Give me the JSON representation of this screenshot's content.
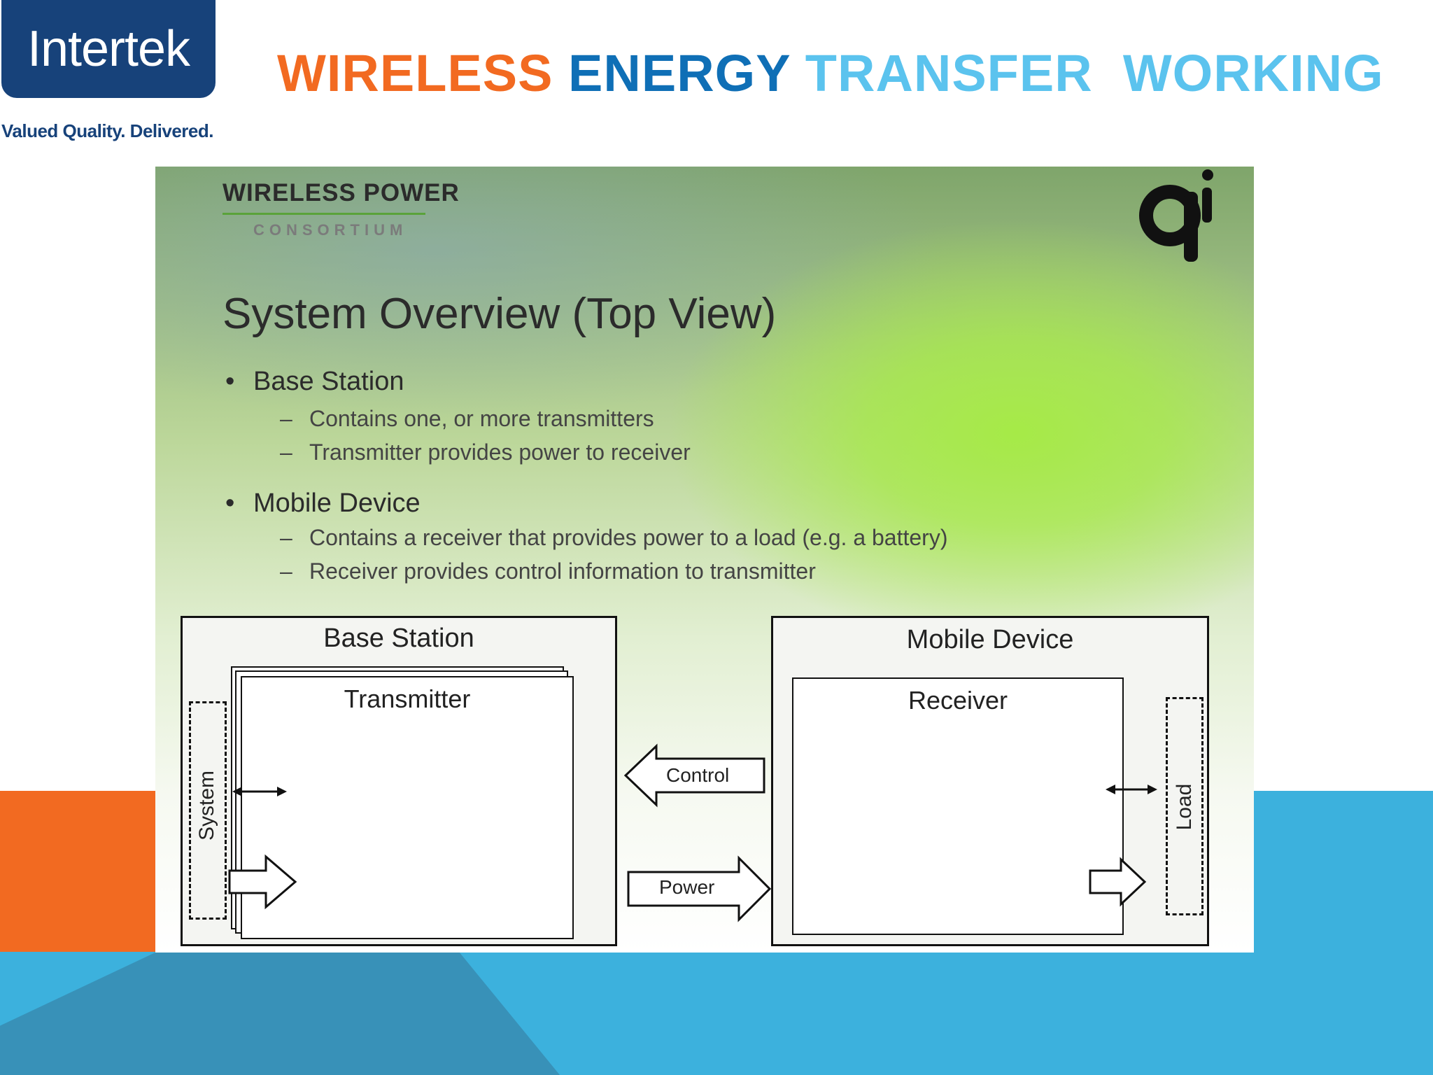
{
  "logo": {
    "brand": "Intertek",
    "tagline": "Valued Quality. Delivered."
  },
  "title": {
    "w1": "WIRELESS",
    "w2": "ENERGY",
    "w3": "TRANSFER",
    "w4": "WORKING"
  },
  "slide": {
    "org_name": "WIRELESS POWER",
    "org_sub": "CONSORTIUM",
    "qi_logo": "qi",
    "heading": "System Overview (Top View)",
    "bullets": [
      {
        "text": "Base Station",
        "subs": [
          "Contains one, or more transmitters",
          "Transmitter provides power to receiver"
        ]
      },
      {
        "text": "Mobile Device",
        "subs": [
          "Contains a receiver that provides power to a load (e.g. a battery)",
          "Receiver provides control information to transmitter"
        ]
      }
    ],
    "bullet_symbol": "•",
    "dash_symbol": "–",
    "diagram": {
      "base_station": "Base Station",
      "transmitter": "Transmitter",
      "system": "System",
      "mobile_device": "Mobile Device",
      "receiver": "Receiver",
      "load": "Load",
      "control": "Control",
      "power": "Power"
    }
  },
  "colors": {
    "orange": "#f26a21",
    "dark_blue": "#0f6fb6",
    "light_blue": "#5bc3ee",
    "navy": "#17427a",
    "band_blue": "#3cb1dd"
  }
}
